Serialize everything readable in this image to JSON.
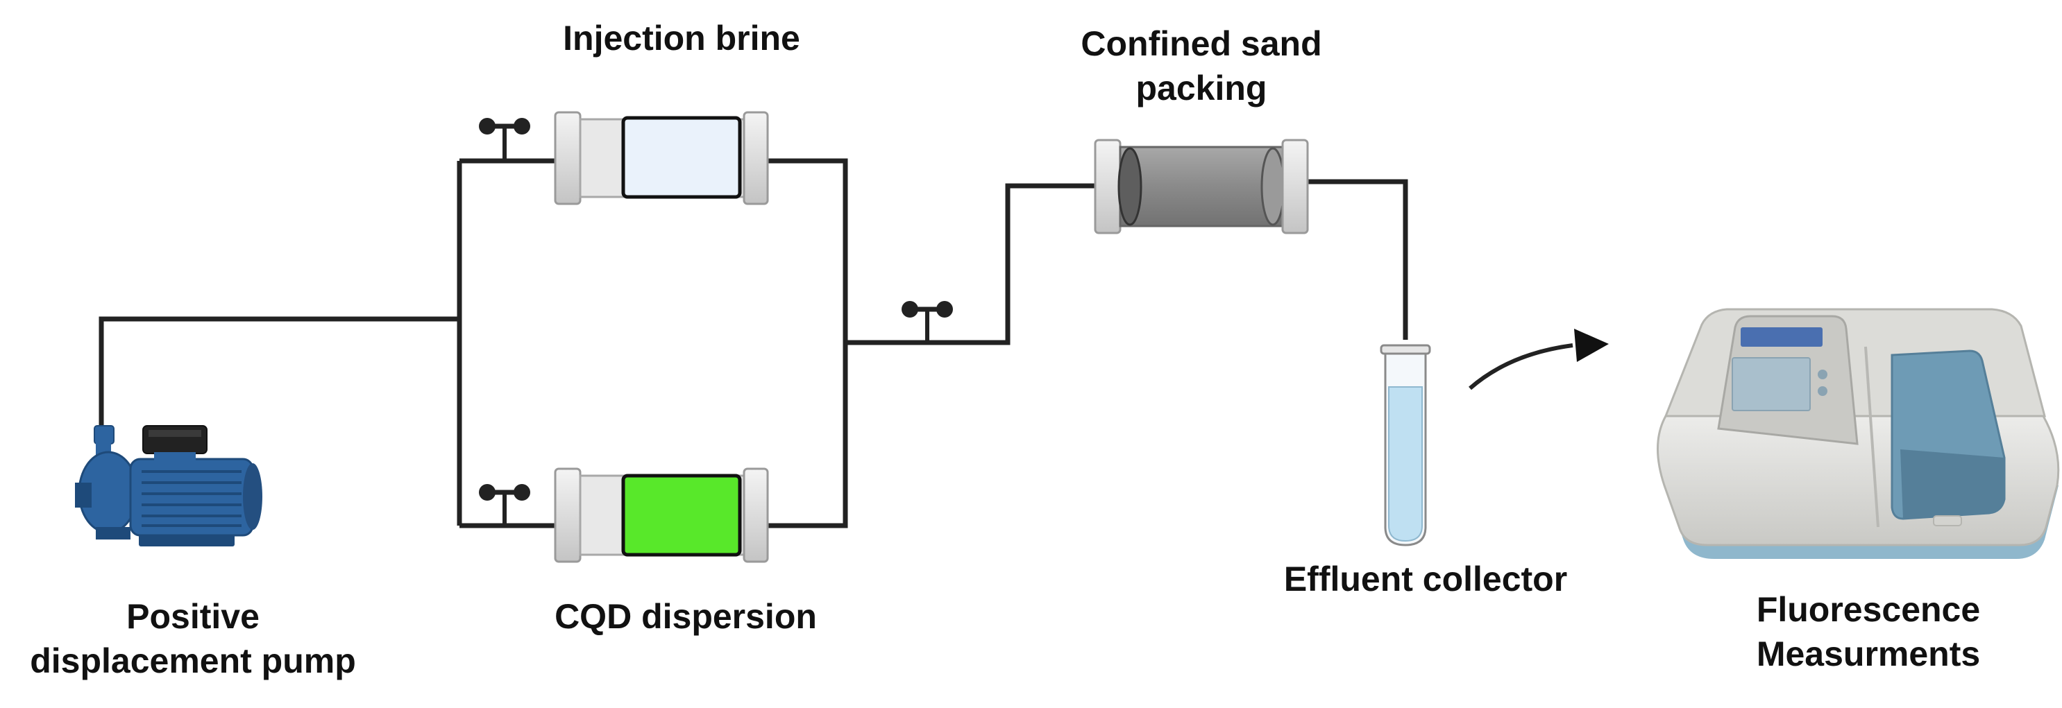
{
  "labels": {
    "pump_line1": "Positive",
    "pump_line2": "displacement pump",
    "brine": "Injection brine",
    "cqd": "CQD dispersion",
    "sand_line1": "Confined sand",
    "sand_line2": "packing",
    "collector": "Effluent collector",
    "fluor_line1": "Fluorescence",
    "fluor_line2": "Measurments"
  },
  "colors": {
    "pipe": "#222222",
    "brine_fill": "#eaf2fb",
    "cqd_fill": "#58e82a",
    "sand_fill": "#8e8e8e",
    "pump_body": "#2d64a0",
    "pump_dark": "#1e4a7a",
    "effluent": "#bfe0f2",
    "instrument_body": "#d9d9d6",
    "instrument_panel": "#6e9bb5",
    "instrument_screen": "#4a6fb0"
  },
  "icons": {
    "pump": "positive-displacement-pump-icon",
    "valve": "valve-icon",
    "column": "column-icon",
    "test_tube": "test-tube-icon",
    "spectrometer": "fluorescence-spectrometer-icon"
  }
}
